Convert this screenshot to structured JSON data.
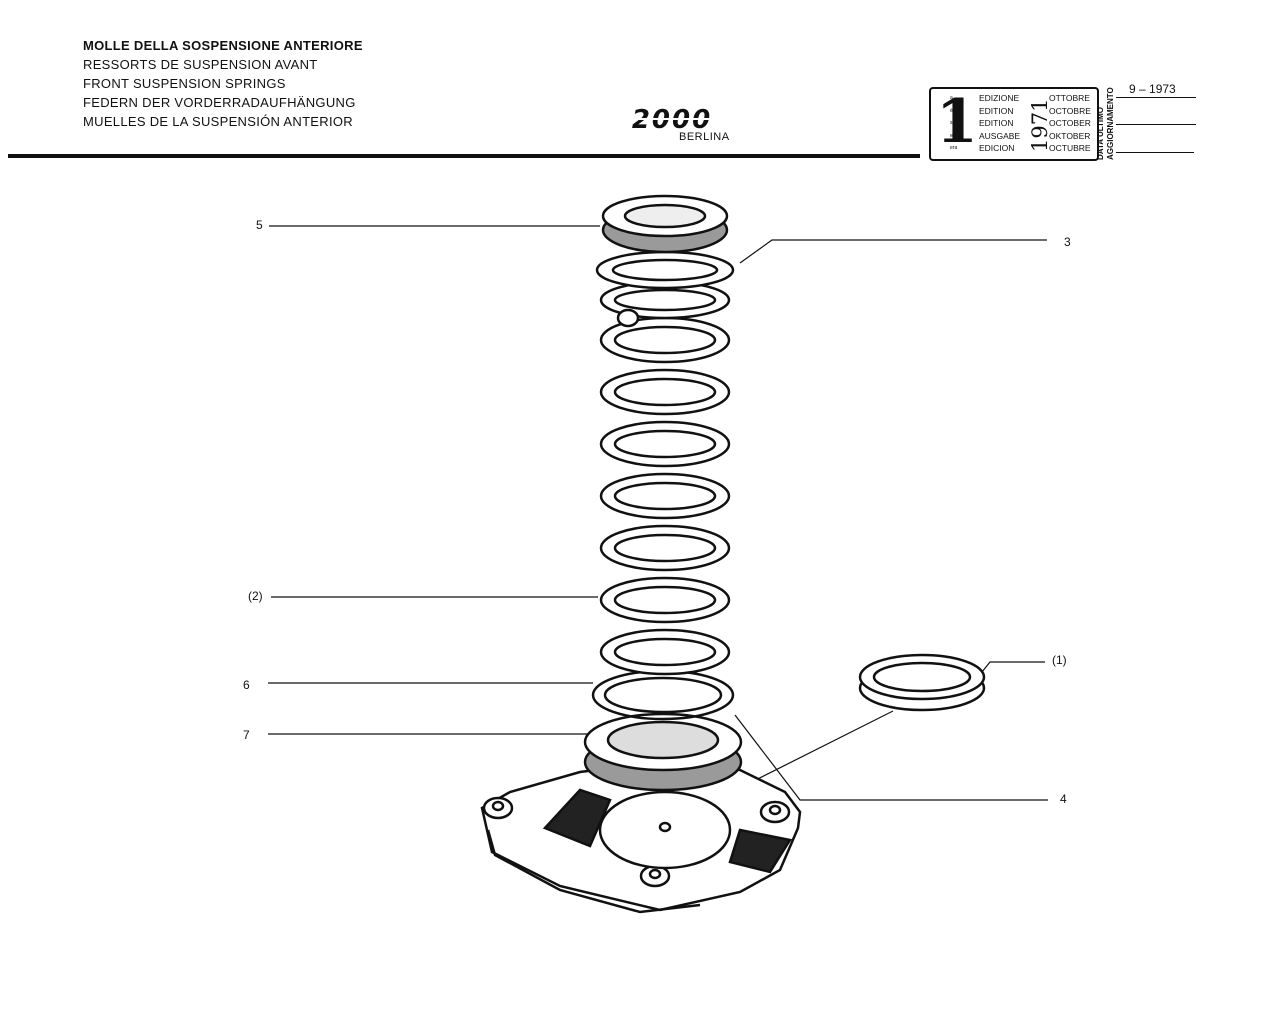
{
  "titles": [
    "MOLLE DELLA SOSPENSIONE ANTERIORE",
    "RESSORTS DE SUSPENSION AVANT",
    "FRONT SUSPENSION SPRINGS",
    "FEDERN DER VORDERRADAUFHÄNGUNG",
    "MUELLES DE LA SUSPENSIÓN ANTERIOR"
  ],
  "logo": {
    "main": "2000",
    "sub": "BERLINA"
  },
  "edition_box": {
    "number": "1",
    "ordinals": [
      "a",
      "ère",
      "st",
      "e",
      "era"
    ],
    "edition_words": [
      "EDIZIONE",
      "EDITION",
      "EDITION",
      "AUSGABE",
      "EDICION"
    ],
    "year": "1971",
    "months": [
      "OTTOBRE",
      "OCTOBRE",
      "OCTOBER",
      "OKTOBER",
      "OCTUBRE"
    ],
    "vertical_label_1": "DATA ULTIMO",
    "vertical_label_2": "AGGIORNAMENTO",
    "last_update": "9 – 1973"
  },
  "callouts": [
    {
      "id": "5",
      "label": "5"
    },
    {
      "id": "3",
      "label": "3"
    },
    {
      "id": "2",
      "label": "(2)"
    },
    {
      "id": "1",
      "label": "(1)"
    },
    {
      "id": "6",
      "label": "6"
    },
    {
      "id": "7",
      "label": "7"
    },
    {
      "id": "4",
      "label": "4"
    }
  ]
}
